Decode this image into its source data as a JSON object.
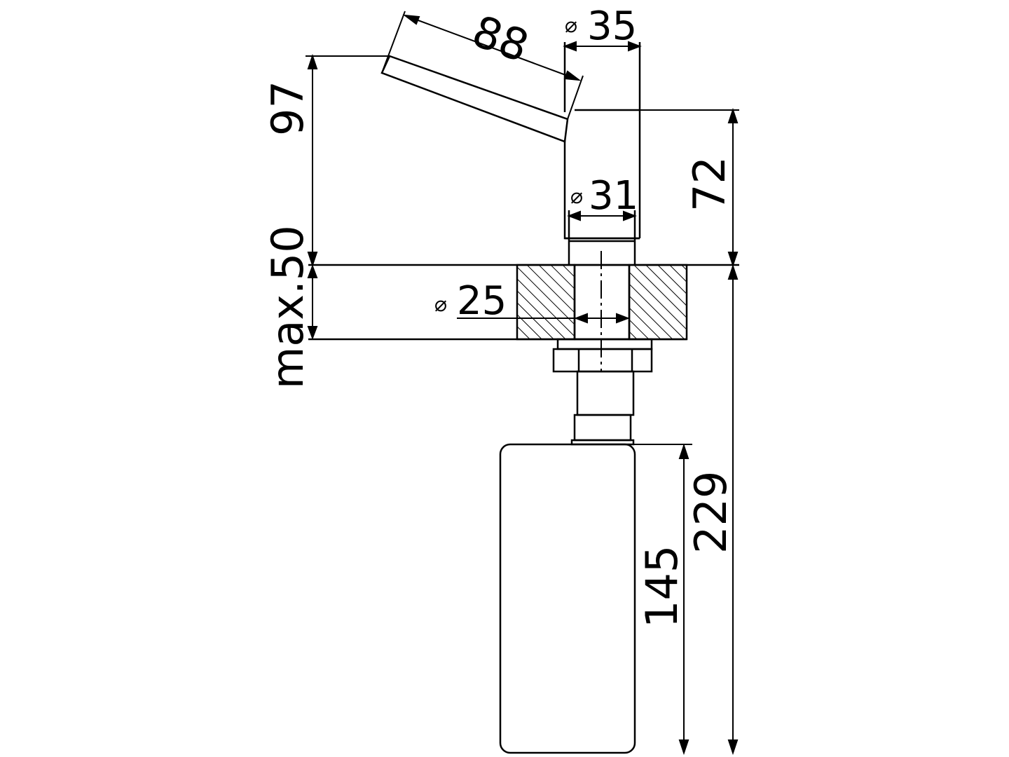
{
  "drawing": {
    "line_color": "#000000",
    "background": "#ffffff",
    "dimensions": {
      "spout_length": "88",
      "spout_height": "97",
      "head_diameter": "35",
      "head_height": "72",
      "shaft_diameter": "31",
      "counter_thickness": "max.50",
      "hole_diameter": "25",
      "bottle_height": "145",
      "total_below": "229"
    },
    "diameter_symbol": "⌀"
  }
}
